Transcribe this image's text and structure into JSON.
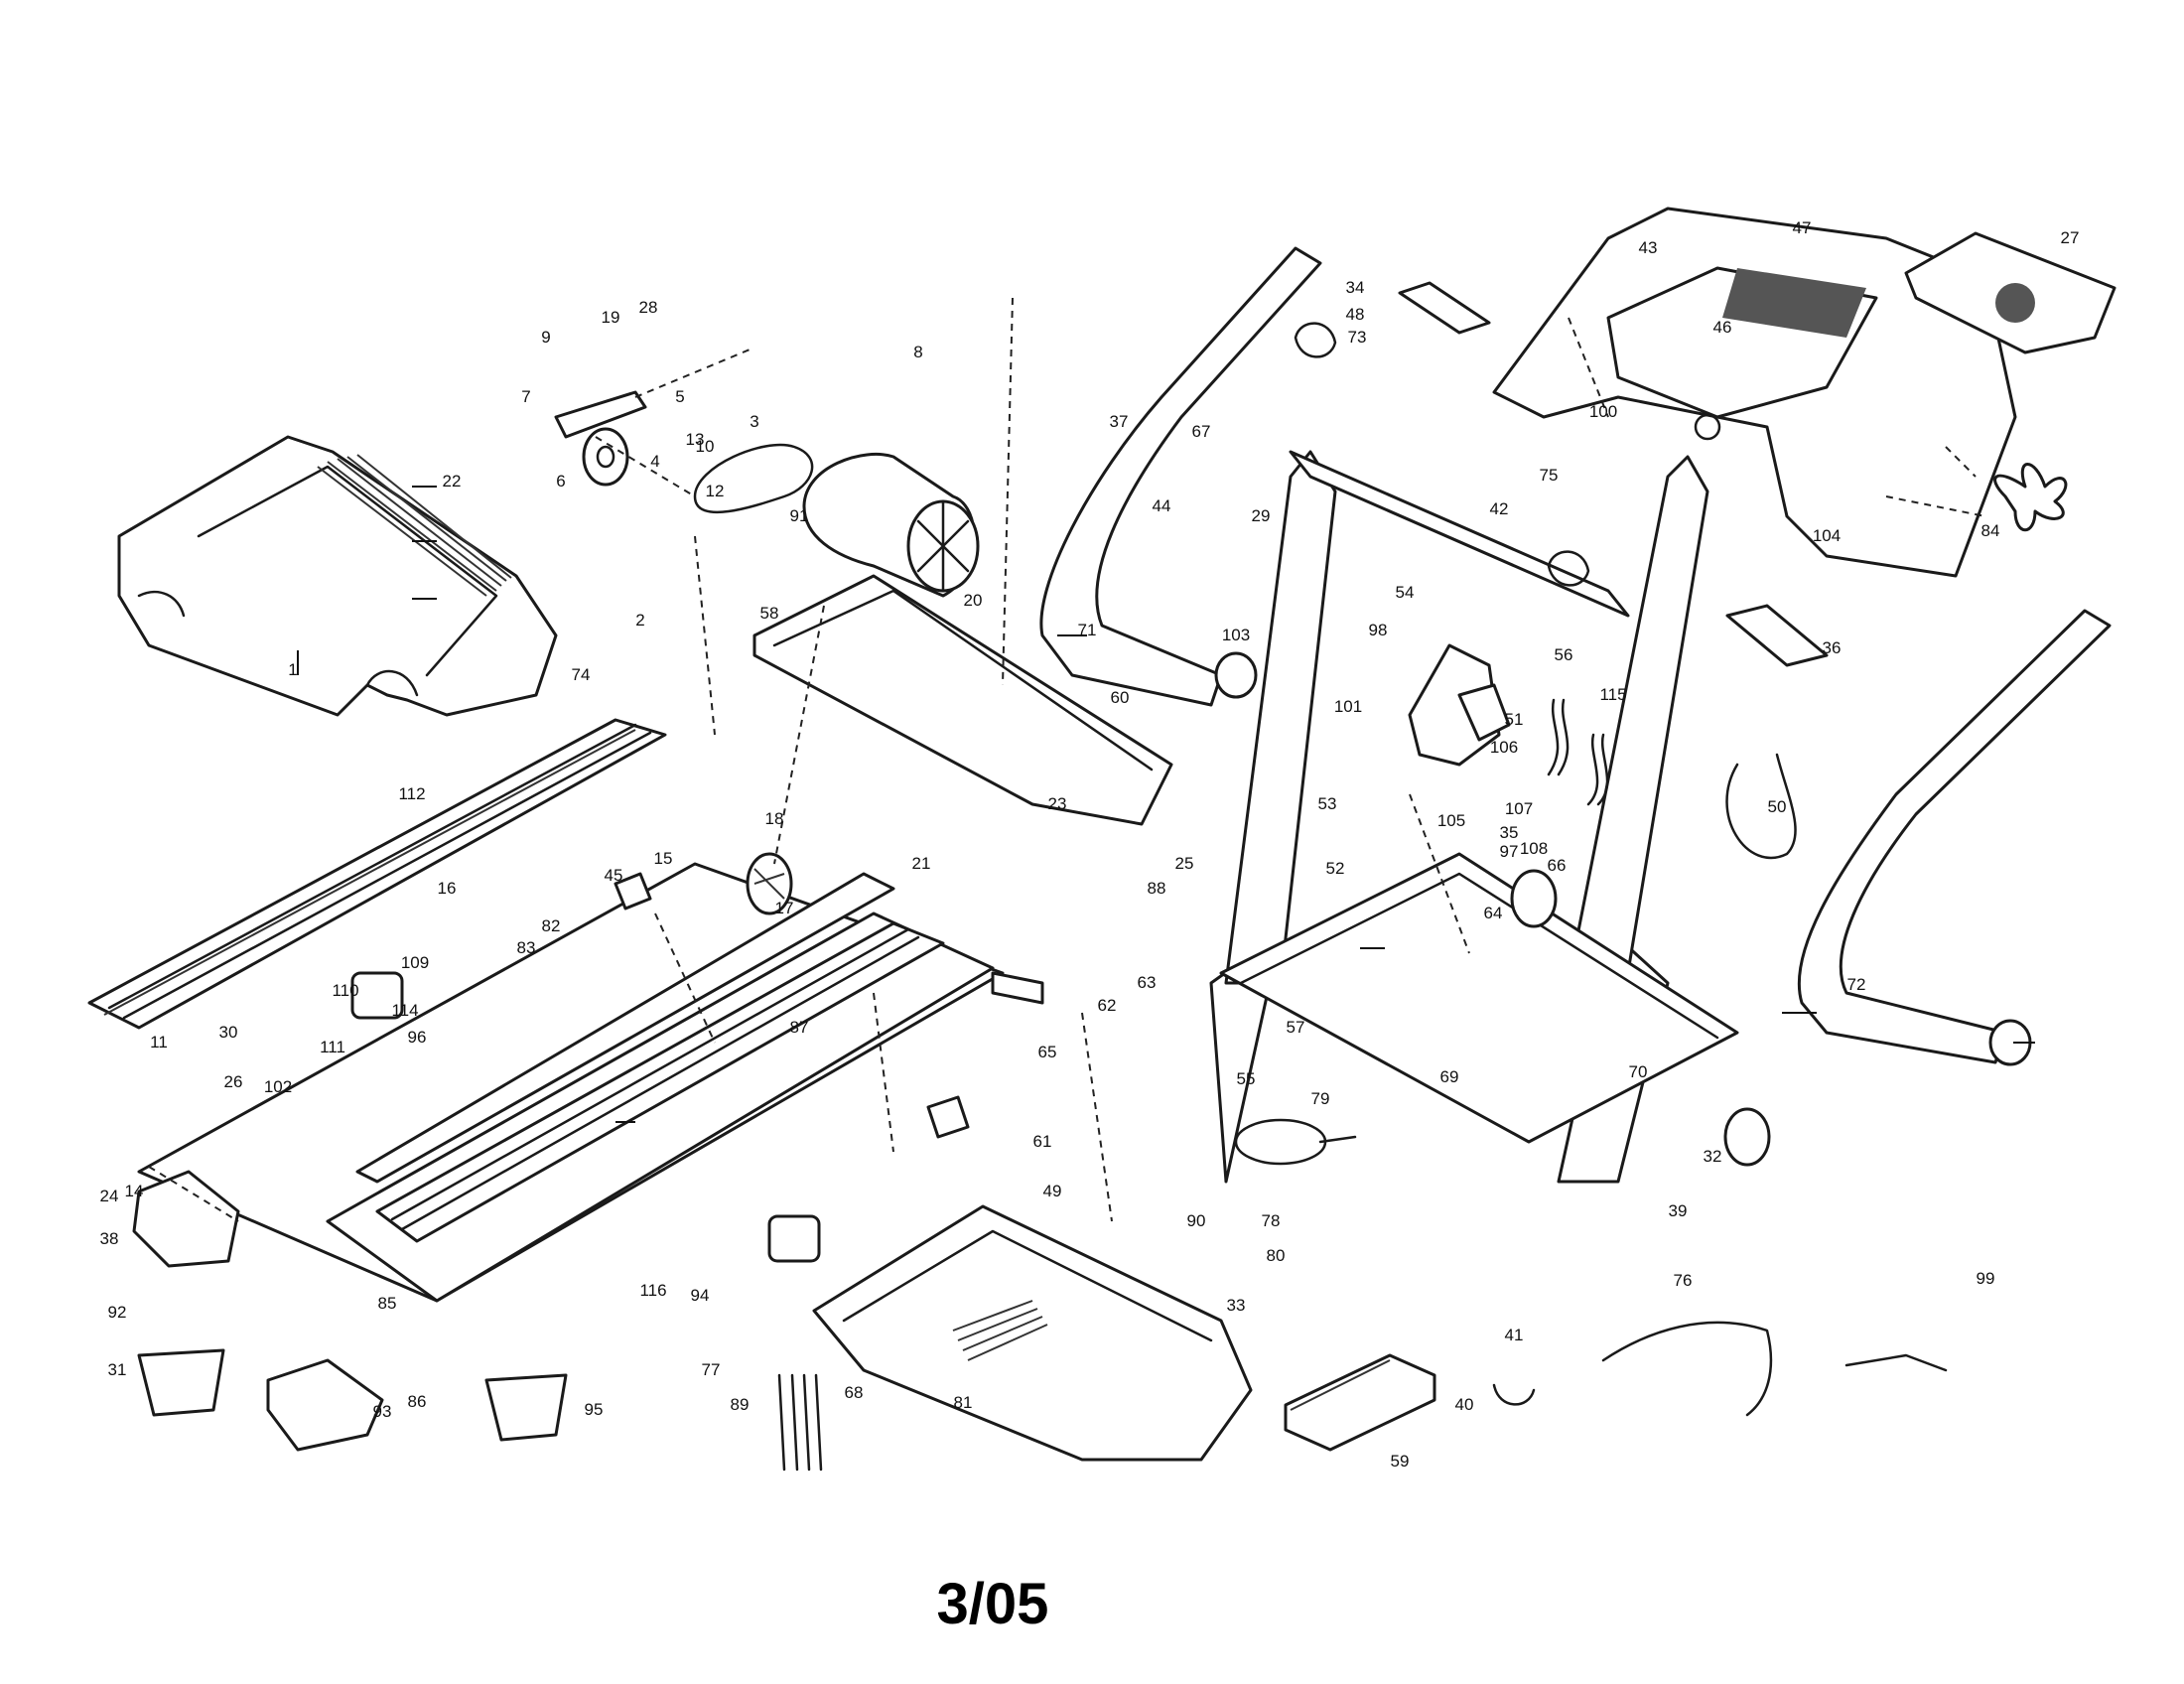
{
  "page_label": "3/05",
  "callouts": [
    "1",
    "2",
    "3",
    "4",
    "5",
    "6",
    "7",
    "8",
    "9",
    "10",
    "11",
    "12",
    "13",
    "14",
    "15",
    "16",
    "17",
    "18",
    "19",
    "20",
    "21",
    "22",
    "23",
    "24",
    "25",
    "26",
    "27",
    "28",
    "29",
    "30",
    "31",
    "32",
    "33",
    "34",
    "35",
    "36",
    "37",
    "38",
    "39",
    "40",
    "41",
    "42",
    "43",
    "44",
    "45",
    "46",
    "47",
    "48",
    "49",
    "50",
    "51",
    "52",
    "53",
    "54",
    "55",
    "56",
    "57",
    "58",
    "59",
    "60",
    "61",
    "62",
    "63",
    "64",
    "65",
    "66",
    "67",
    "68",
    "69",
    "70",
    "71",
    "72",
    "73",
    "74",
    "75",
    "76",
    "77",
    "78",
    "79",
    "80",
    "81",
    "82",
    "83",
    "84",
    "85",
    "86",
    "87",
    "88",
    "89",
    "90",
    "91",
    "92",
    "93",
    "94",
    "95",
    "96",
    "97",
    "98",
    "99",
    "100",
    "101",
    "102",
    "103",
    "104",
    "105",
    "106",
    "107",
    "108",
    "109",
    "110",
    "111",
    "112",
    "114",
    "115",
    "116"
  ]
}
